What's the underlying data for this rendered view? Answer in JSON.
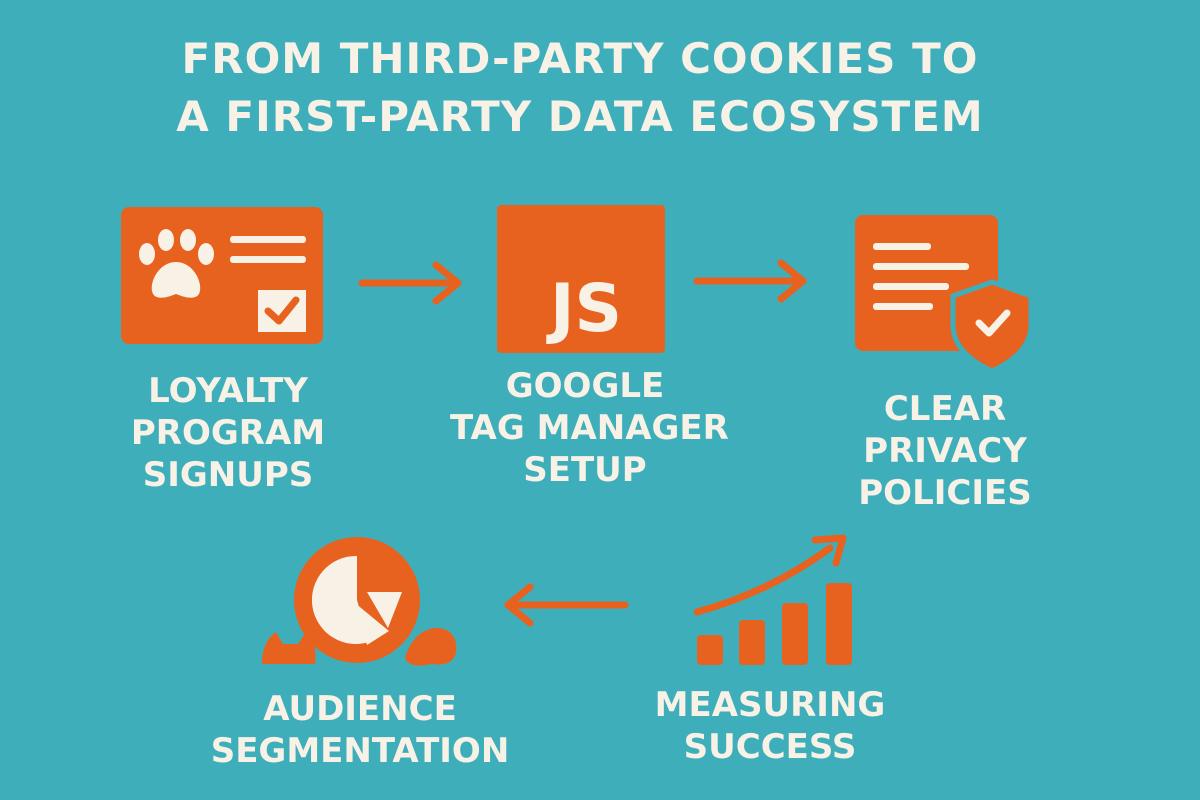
{
  "title": {
    "line1": "FROM THIRD-PARTY COOKIES TO",
    "line2": "A FIRST-PARTY DATA ECOSYSTEM"
  },
  "steps": {
    "loyalty": {
      "lines": [
        "LOYALTY",
        "PROGRAM",
        "SIGNUPS"
      ]
    },
    "gtm": {
      "lines": [
        "GOOGLE",
        "TAG MANAGER",
        "SETUP"
      ],
      "icon_text": "JS"
    },
    "privacy": {
      "lines": [
        "CLEAR",
        "PRIVACY",
        "POLICIES"
      ]
    },
    "measuring": {
      "lines": [
        "MEASURING",
        "SUCCESS"
      ]
    },
    "audience": {
      "lines": [
        "AUDIENCE",
        "SEGMENTATION"
      ]
    }
  },
  "colors": {
    "background": "#3FAEBB",
    "accent": "#E8621F",
    "light": "#F7F1E6"
  },
  "icons": {
    "loyalty": "loyalty-card-icon",
    "gtm": "javascript-icon",
    "privacy": "privacy-document-icon",
    "measuring": "growth-chart-icon",
    "audience": "pie-chart-icon"
  }
}
